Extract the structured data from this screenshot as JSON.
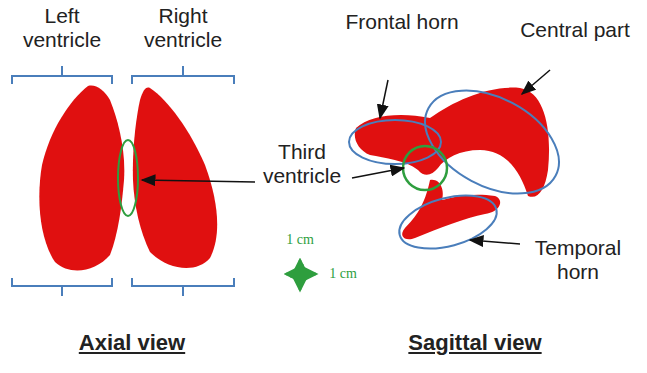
{
  "diagram": {
    "labels": [
      "Left ventricle",
      "Right ventricle",
      "Frontal horn",
      "Central part",
      "Third ventricle",
      "1 cm",
      "1 cm",
      "Temporal horn",
      "Axial view",
      "Sagittal view"
    ]
  }
}
